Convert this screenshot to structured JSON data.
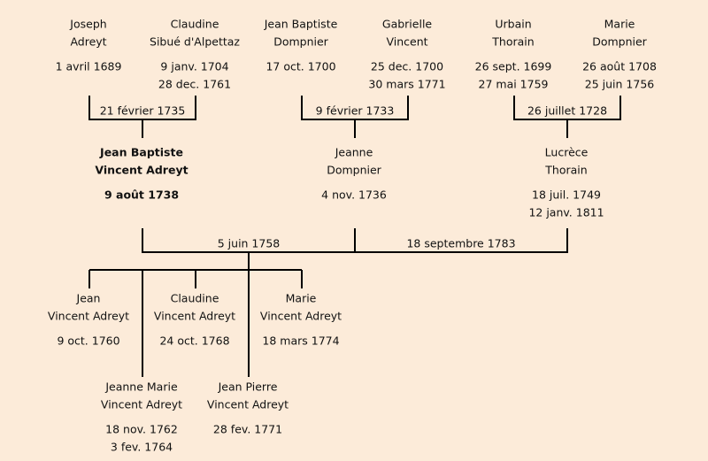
{
  "generation1": [
    {
      "first": "Joseph",
      "last": "Adreyt",
      "birth": "1 avril 1689",
      "death": ""
    },
    {
      "first": "Claudine",
      "last": "Sibué d'Alpettaz",
      "birth": "9 janv. 1704",
      "death": "28 dec. 1761"
    },
    {
      "first": "Jean Baptiste",
      "last": "Dompnier",
      "birth": "17 oct. 1700",
      "death": ""
    },
    {
      "first": "Gabrielle",
      "last": "Vincent",
      "birth": "25 dec. 1700",
      "death": "30 mars 1771"
    },
    {
      "first": "Urbain",
      "last": "Thorain",
      "birth": "26 sept. 1699",
      "death": "27 mai 1759"
    },
    {
      "first": "Marie",
      "last": "Dompnier",
      "birth": "26 août 1708",
      "death": "25 juin 1756"
    }
  ],
  "marriages1": [
    "21 février 1735",
    "9 février 1733",
    "26 juillet 1728"
  ],
  "generation2": [
    {
      "first": "Jean Baptiste",
      "last": "Vincent Adreyt",
      "birth": "9 août 1738",
      "death": ""
    },
    {
      "first": "Jeanne",
      "last": "Dompnier",
      "birth": "4 nov. 1736",
      "death": ""
    },
    {
      "first": "Lucrèce",
      "last": "Thorain",
      "birth": "18 juil. 1749",
      "death": "12 janv. 1811"
    }
  ],
  "marriages2": [
    "5 juin 1758",
    "18 septembre 1783"
  ],
  "children": [
    {
      "first": "Jean",
      "last": "Vincent Adreyt",
      "birth": "9 oct. 1760",
      "death": ""
    },
    {
      "first": "Claudine",
      "last": "Vincent Adreyt",
      "birth": "24 oct. 1768",
      "death": ""
    },
    {
      "first": "Marie",
      "last": "Vincent Adreyt",
      "birth": "18 mars 1774",
      "death": ""
    },
    {
      "first": "Jeanne Marie",
      "last": "Vincent Adreyt",
      "birth": "18 nov. 1762",
      "death": "3 fev. 1764"
    },
    {
      "first": "Jean Pierre",
      "last": "Vincent Adreyt",
      "birth": "28 fev. 1771",
      "death": ""
    }
  ]
}
